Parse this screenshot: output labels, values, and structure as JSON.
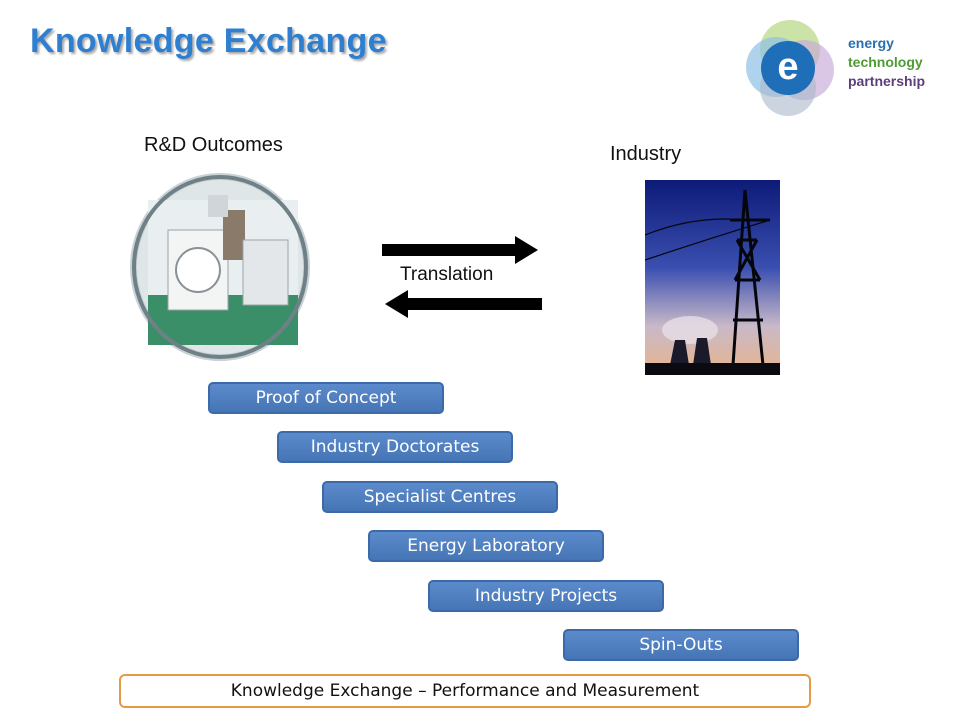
{
  "slide": {
    "title": "Knowledge Exchange",
    "logo": {
      "icon": "energy-technology-partnership-logo",
      "line1": "energy",
      "line2": "technology",
      "line3": "partnership"
    },
    "left_label": "R&D Outcomes",
    "right_label": "Industry",
    "arrow_label": "Translation",
    "left_image": "lab-equipment-photo",
    "right_image": "power-pylon-cooling-towers-photo",
    "mechanisms": [
      "Proof of Concept",
      "Industry Doctorates",
      "Specialist Centres",
      "Energy Laboratory",
      "Industry Projects",
      "Spin-Outs"
    ],
    "footer": "Knowledge Exchange – Performance and Measurement",
    "colors": {
      "title": "#2f7fd0",
      "pill": "#4f7fbf",
      "footer_border": "#e59a47"
    }
  }
}
